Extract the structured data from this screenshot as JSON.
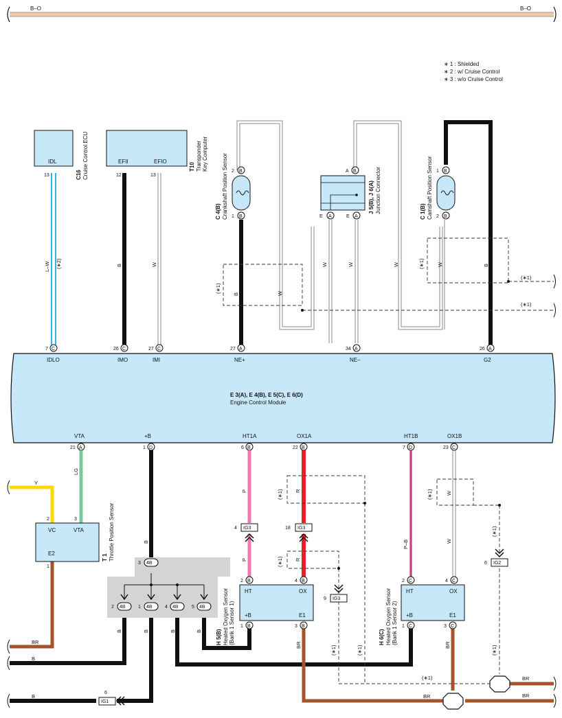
{
  "top_bus": {
    "left_label": "B–O",
    "right_label": "B–O"
  },
  "notes": [
    "∗ 1 : Shielded",
    "∗ 2 : w/ Cruise Control",
    "∗ 3 : w/o Cruise Control"
  ],
  "shield_marks": {
    "s1": "(∗1)",
    "s2": "(∗2)"
  },
  "ecm": {
    "title": "E 3(A), E 4(B), E 5(C), E 6(D)",
    "subtitle": "Engine Control Module"
  },
  "ecm_top_pins": [
    {
      "num": "7",
      "letter": "C",
      "name": "IDLO"
    },
    {
      "num": "26",
      "letter": "C",
      "name": "IMO"
    },
    {
      "num": "27",
      "letter": "C",
      "name": "IMI"
    },
    {
      "num": "27",
      "letter": "A",
      "name": "NE+"
    },
    {
      "num": "34",
      "letter": "A",
      "name": "NE–"
    },
    {
      "num": "26",
      "letter": "A",
      "name": "G2"
    }
  ],
  "ecm_bottom_pins": [
    {
      "num": "21",
      "letter": "A",
      "name": "VTA"
    },
    {
      "num": "1",
      "letter": "D",
      "name": "+B"
    },
    {
      "num": "6",
      "letter": "B",
      "name": "HT1A"
    },
    {
      "num": "22",
      "letter": "B",
      "name": "OX1A"
    },
    {
      "num": "7",
      "letter": "D",
      "name": "HT1B"
    },
    {
      "num": "23",
      "letter": "C",
      "name": "OX1B"
    }
  ],
  "components": {
    "c16": {
      "id": "C16",
      "name": "Cruise Control ECU",
      "terminal": "IDL",
      "pin": "13"
    },
    "t10": {
      "id": "T10",
      "name1": "Transponder",
      "name2": "Key Computer",
      "t1": "EFII",
      "t2": "EFIO",
      "pin1": "12",
      "pin2": "13"
    },
    "c4": {
      "id": "C 4(B)",
      "name": "Crankshaft Position Sensor",
      "pin_top": "2",
      "pin_bot": "1",
      "letter": "B"
    },
    "j5": {
      "id": "J 5(B), J 6(A)",
      "name": "Junction Connector",
      "pin_top": "A",
      "letter_top": "B",
      "pin_e": "E",
      "letter_e": "A"
    },
    "c1": {
      "id": "C 1(B)",
      "name": "Camshaft Position Sensor",
      "pin_top": "1",
      "pin_bot": "2",
      "letter": "B"
    },
    "t1": {
      "id": "T 1",
      "name": "Throttle Position Sensor",
      "t_vc": "VC",
      "t_vta": "VTA",
      "t_e2": "E2",
      "pin_vc": "2",
      "pin_vta": "3",
      "pin_e2": "1"
    },
    "h5": {
      "id": "H 5(B)",
      "name1": "Heated Oxygen Sensor",
      "name2": "(Bank 1 Sensor 1)",
      "ht": "HT",
      "ox": "OX",
      "pb": "+B",
      "e1": "E1",
      "p_ht": "2",
      "p_ox": "4",
      "p_pb": "1",
      "p_e1": "3",
      "letter": "B"
    },
    "h6": {
      "id": "H 6(C)",
      "name1": "Heated Oxygen Sensor",
      "name2": "(Bank 1 Sensor 2)",
      "ht": "HT",
      "ox": "OX",
      "pb": "+B",
      "e1": "E1",
      "p_ht": "2",
      "p_ox": "4",
      "p_pb": "1",
      "p_e1": "3",
      "letter": "C"
    }
  },
  "junction_4b": {
    "label": "4B",
    "pins": [
      "3",
      "2",
      "1",
      "4",
      "5"
    ]
  },
  "connectors": {
    "ig3_a": {
      "pin": "4",
      "label": "IG3"
    },
    "ig3_b": {
      "pin": "18",
      "label": "IG3"
    },
    "ig3_c": {
      "pin": "9",
      "label": "IG3"
    },
    "ig2": {
      "pin": "6",
      "label": "IG2"
    },
    "ig1": {
      "pin": "6",
      "label": "IG1"
    }
  },
  "wire_colors": {
    "lw": "L–W",
    "b": "B",
    "w": "W",
    "y": "Y",
    "lg": "LG",
    "p": "P",
    "r": "R",
    "pb": "P–B",
    "br": "BR"
  },
  "colors": {
    "ecm_fill": "#c6e8f8",
    "bus": "#f1cca0",
    "lw": "#2fb4e4",
    "black": "#111111",
    "yellow": "#ffd800",
    "lg": "#7cc89a",
    "pink": "#f07ab8",
    "red": "#e8202a",
    "brown": "#a4532a",
    "gray": "#d4d4d4"
  }
}
